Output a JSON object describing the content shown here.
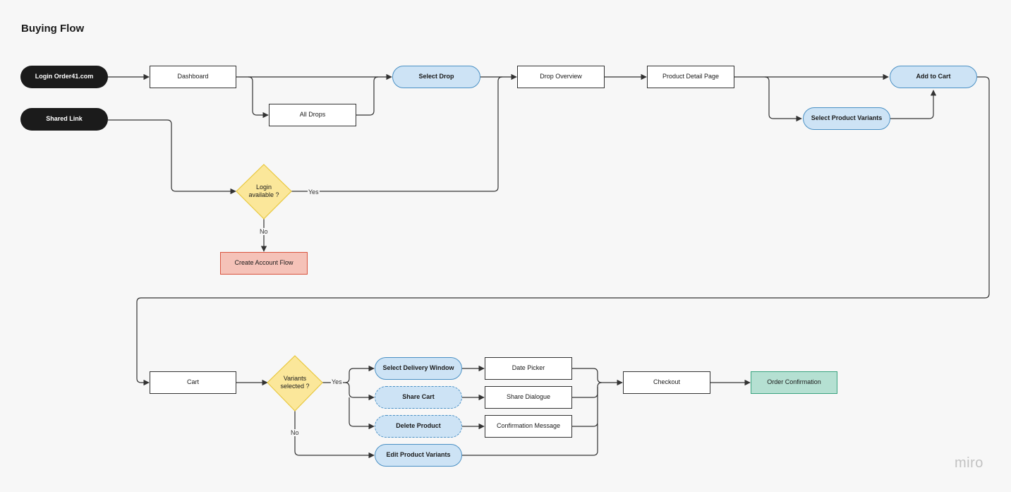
{
  "title": "Buying Flow",
  "nodes": {
    "login_order41": "Login Order41.com",
    "shared_link": "Shared Link",
    "dashboard": "Dashboard",
    "all_drops": "All Drops",
    "select_drop": "Select Drop",
    "drop_overview": "Drop Overview",
    "product_detail_page": "Product Detail Page",
    "add_to_cart": "Add to Cart",
    "select_product_variants": "Select Product Variants",
    "login_available": "Login available ?",
    "create_account_flow": "Create Account Flow",
    "cart": "Cart",
    "variants_selected": "Variants selected ?",
    "select_delivery_window": "Select Delivery Window",
    "share_cart": "Share Cart",
    "delete_product": "Delete Product",
    "edit_product_variants": "Edit Product Variants",
    "date_picker": "Date Picker",
    "share_dialogue": "Share Dialogue",
    "confirmation_message": "Confirmation Message",
    "checkout": "Checkout",
    "order_confirmation": "Order Confirmation"
  },
  "edge_labels": {
    "login_yes": "Yes",
    "login_no": "No",
    "variants_yes": "Yes",
    "variants_no": "No"
  },
  "colors": {
    "dark": "#1b1b1b",
    "blue_fill": "#cde3f5",
    "blue_border": "#4a90c4",
    "decision_fill": "#fbe79a",
    "decision_border": "#e8c840",
    "error_fill": "#f5c2b8",
    "success_fill": "#b5e0d2"
  },
  "brand": "miro"
}
